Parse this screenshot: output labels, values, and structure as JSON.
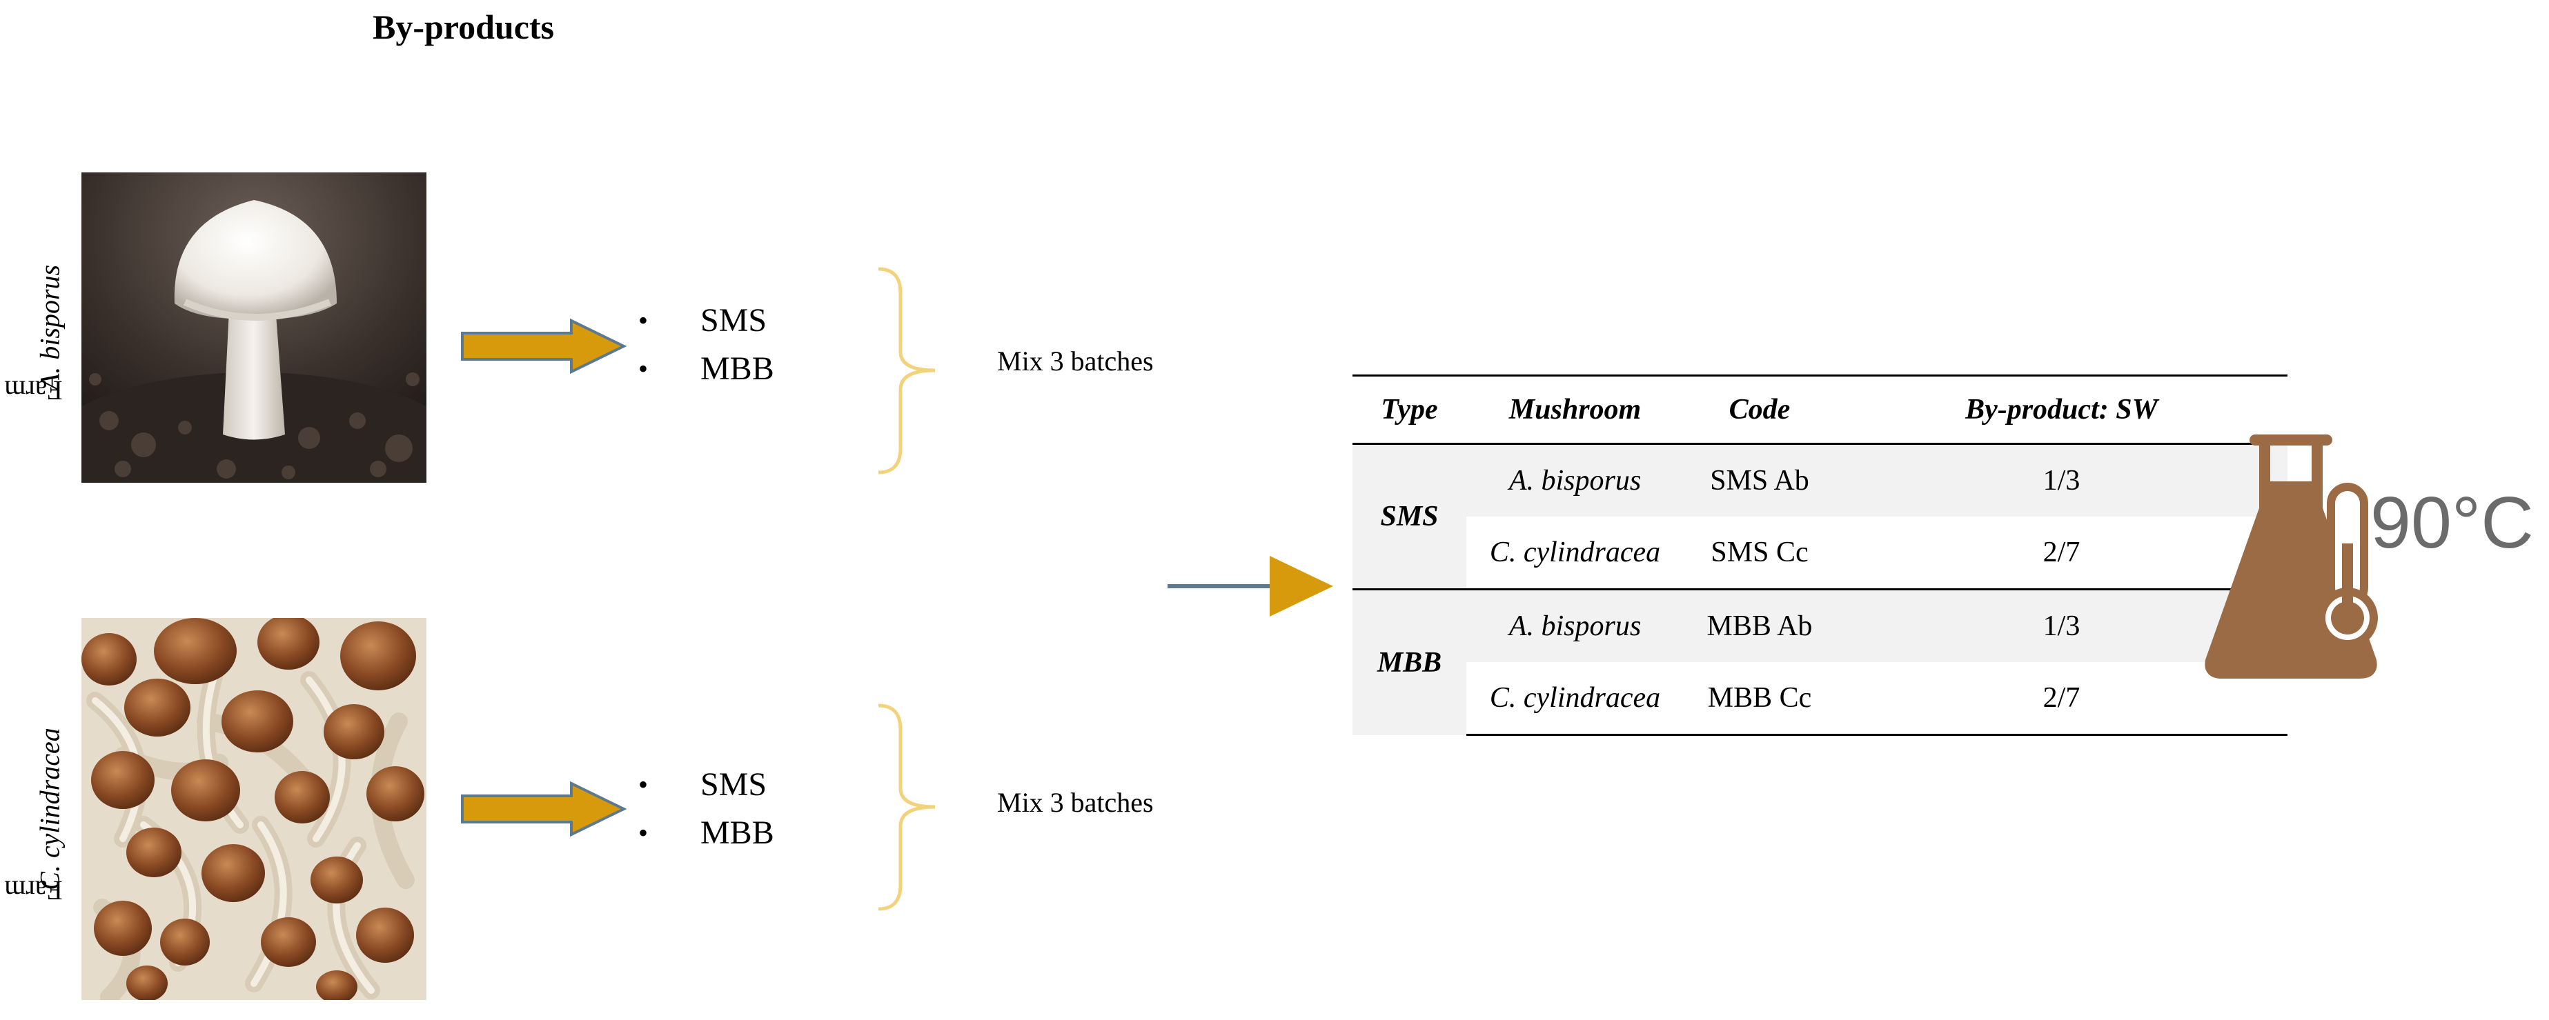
{
  "title": "By-products",
  "farms": [
    {
      "label_prefix": "Farm ",
      "label_species": "A. bisporus",
      "products": [
        "SMS",
        "MBB"
      ],
      "mix_label": "Mix  3 batches"
    },
    {
      "label_prefix": "Farm ",
      "label_species": "C. cylindracea",
      "products": [
        "SMS",
        "MBB"
      ],
      "mix_label": "Mix  3 batches"
    }
  ],
  "table": {
    "headers": [
      "Type",
      "Mushroom",
      "Code",
      "By-product: SW"
    ],
    "groups": [
      {
        "type": "SMS",
        "rows": [
          {
            "mushroom": "A. bisporus",
            "code": "SMS Ab",
            "ratio": "1/3"
          },
          {
            "mushroom": "C. cylindracea",
            "code": "SMS Cc",
            "ratio": "2/7"
          }
        ]
      },
      {
        "type": "MBB",
        "rows": [
          {
            "mushroom": "A. bisporus",
            "code": "MBB Ab",
            "ratio": "1/3"
          },
          {
            "mushroom": "C. cylindracea",
            "code": "MBB Cc",
            "ratio": "2/7"
          }
        ]
      }
    ]
  },
  "temperature": "90°C",
  "colors": {
    "arrow_fill": "#d69a0c",
    "arrow_edge": "#5b7a91",
    "brace": "#f2d27a",
    "flask": "#9a6b45"
  },
  "icons": [
    "white-button-mushroom-photo",
    "brown-cylindracea-mushroom-photo",
    "flask-icon",
    "thermometer-icon"
  ]
}
